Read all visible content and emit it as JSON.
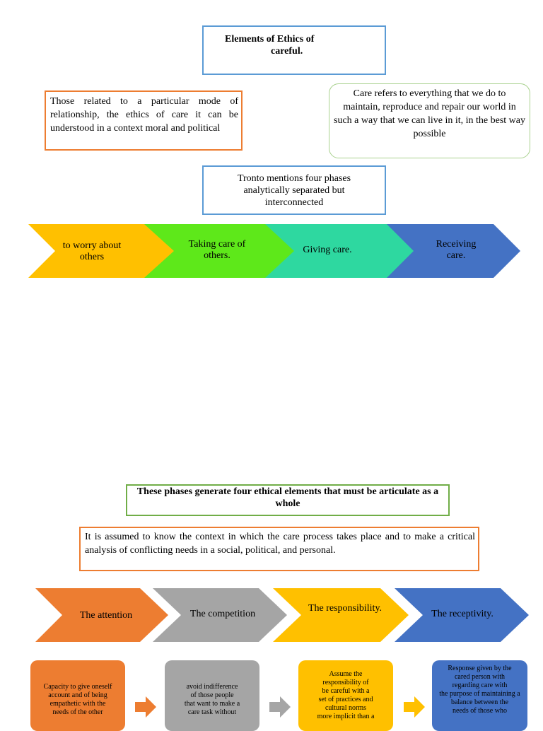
{
  "header": {
    "title_line1": "Elements of Ethics of",
    "title_line2": "careful."
  },
  "related_text": "Those related to a particular mode of relationship, the ethics of care it can be understood in a context moral and political",
  "care_ref_text": "Care refers to everything that we do to maintain, reproduce and repair our world in such a way that we can live in it, in the best way possible",
  "tronto_text": "Tronto mentions four phases analytically separated but interconnected",
  "phases": [
    {
      "label": "to worry about others",
      "color": "#ffc000"
    },
    {
      "label": "Taking care of others.",
      "color": "#5ee81a"
    },
    {
      "label": "Giving care.",
      "color": "#2ed8a0"
    },
    {
      "label": "Receiving care.",
      "color": "#4472c4"
    }
  ],
  "phases_title": "These phases generate four ethical elements that must be articulate as a whole",
  "assumed_text": "It is assumed to know the context in which the care process takes place and to make a critical analysis of conflicting needs in a social, political, and personal.",
  "elements": [
    {
      "label": "The attention",
      "color": "#ed7d31"
    },
    {
      "label": "The competition",
      "color": "#a5a5a5"
    },
    {
      "label": "The responsibility.",
      "color": "#ffc000"
    },
    {
      "label": "The receptivity.",
      "color": "#4472c4"
    }
  ],
  "cards": [
    {
      "color": "#ed7d31",
      "lines": [
        "Capacity to give oneself",
        "account and of being",
        "empathetic with the",
        "needs of the other"
      ]
    },
    {
      "color": "#a5a5a5",
      "lines": [
        "avoid indifference",
        "of those people",
        "that want to make a",
        "care task without"
      ]
    },
    {
      "color": "#ffc000",
      "lines": [
        "Assume the",
        "responsibility of",
        "be careful with a",
        "set of practices and",
        "cultural norms",
        "more implicit than a"
      ]
    },
    {
      "color": "#4472c4",
      "lines": [
        "Response given by the",
        "cared person with",
        "regarding care with",
        "the purpose of maintaining a",
        "balance between the",
        "needs of those who"
      ]
    }
  ],
  "connector_arrows": [
    {
      "color": "#ed7d31"
    },
    {
      "color": "#a5a5a5"
    },
    {
      "color": "#ffc000"
    }
  ]
}
